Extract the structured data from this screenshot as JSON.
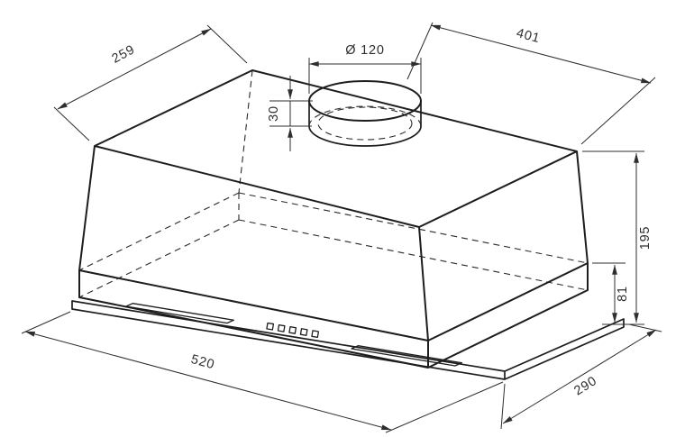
{
  "drawing": {
    "subject": "Isometric dimension drawing of a built-in cooker hood with top duct collar",
    "background_color": "#ffffff",
    "outline_color": "#1d1d1d",
    "dimension_color": "#2e2e2e",
    "dimensions": {
      "top_depth": "259",
      "top_width": "401",
      "duct_diameter": "Ø 120",
      "collar_height": "30",
      "total_height": "195",
      "body_height": "81",
      "width": "520",
      "depth": "290"
    }
  }
}
